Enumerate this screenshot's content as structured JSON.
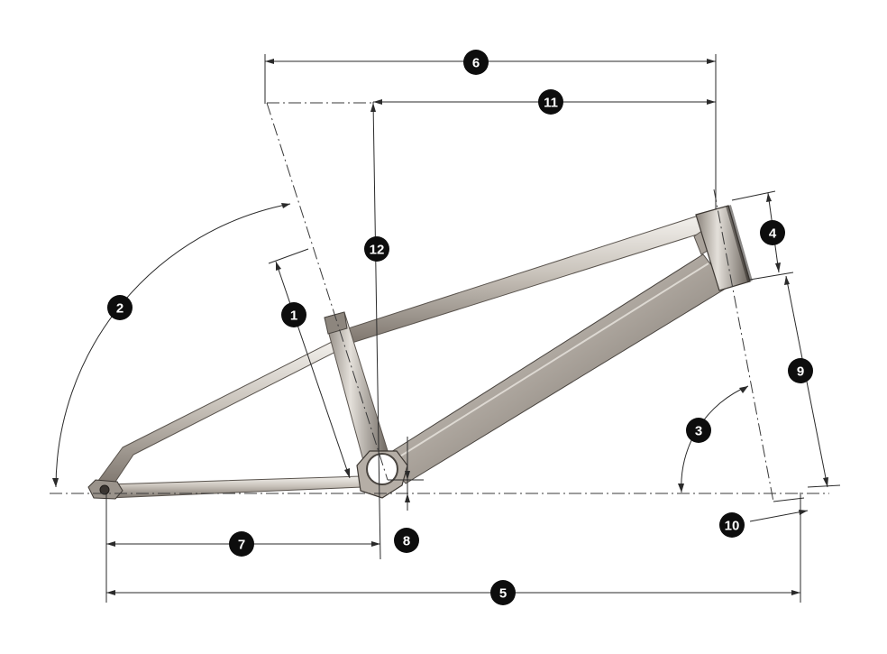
{
  "diagram": {
    "measurements": [
      {
        "id": "1",
        "label": "1"
      },
      {
        "id": "2",
        "label": "2"
      },
      {
        "id": "3",
        "label": "3"
      },
      {
        "id": "4",
        "label": "4"
      },
      {
        "id": "5",
        "label": "5"
      },
      {
        "id": "6",
        "label": "6"
      },
      {
        "id": "7",
        "label": "7"
      },
      {
        "id": "8",
        "label": "8"
      },
      {
        "id": "9",
        "label": "9"
      },
      {
        "id": "10",
        "label": "10"
      },
      {
        "id": "11",
        "label": "11"
      },
      {
        "id": "12",
        "label": "12"
      }
    ],
    "colors": {
      "frame_light": "#e9e5e0",
      "frame_mid": "#b9b2aa",
      "frame_dark": "#7d756d",
      "frame_edge": "#4a4540",
      "lines": "#2a2a2a",
      "badge": "#0d0d0d",
      "badge_text": "#ffffff"
    }
  }
}
